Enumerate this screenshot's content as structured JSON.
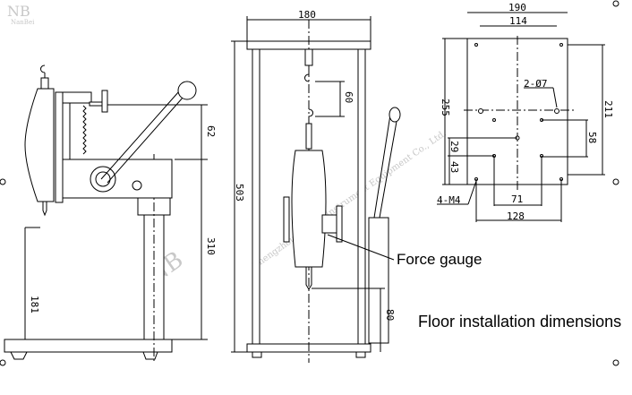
{
  "watermark": {
    "logo": "NB",
    "sub": "NanBei",
    "company": "Zhengzhou Nanbei Instrument Equipment Co., Ltd."
  },
  "side_view": {
    "dims": {
      "arm_height": "62",
      "total_height": "310",
      "hook_height": "181"
    }
  },
  "front_view": {
    "dims": {
      "width": "180",
      "height": "503",
      "hook_gap": "60",
      "bottom_gap": "80"
    }
  },
  "floor_plan": {
    "dims": {
      "width": "190",
      "inner_width": "114",
      "holes": "2-Ø7",
      "depth": "255",
      "hole_span": "211",
      "offset_a": "29",
      "offset_b": "43",
      "offset_c": "58",
      "span_a": "71",
      "span_b": "128",
      "screws": "4-M4"
    }
  },
  "labels": {
    "force_gauge": "Force gauge",
    "floor_title": "Floor installation dimensions"
  }
}
